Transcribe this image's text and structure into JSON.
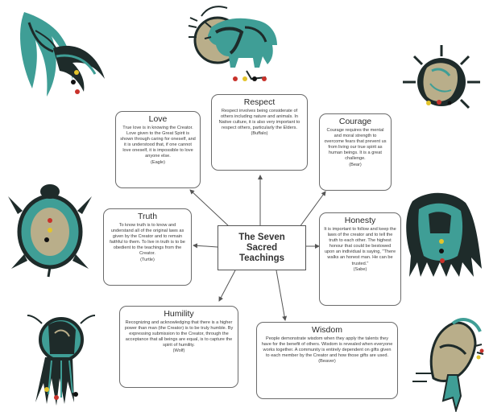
{
  "center": {
    "text": "The Seven\nSacred\nTeachings"
  },
  "teachings": {
    "love": {
      "title": "Love",
      "body": "True love is in knowing the Creator. Love given to the Great Spirit is shown through caring for oneself, and it is understood that, if one cannot love oneself, it is impossible to love anyone else.",
      "animal": "(Eagle)"
    },
    "respect": {
      "title": "Respect",
      "body": "Respect involves being considerate of others including nature and animals. In Native culture, it is also very important to respect others, particularly the Elders.",
      "animal": "(Buffalo)"
    },
    "courage": {
      "title": "Courage",
      "body": "Courage requires the mental and moral strength to overcome fears that prevent us from living our true spirit as human beings. It is a great challenge.",
      "animal": "(Bear)"
    },
    "truth": {
      "title": "Truth",
      "body": "To know truth is to know and understand all of the original laws as given by the Creator and to remain faithful to them. To live in truth is to be obedient to the teachings from the Creator.",
      "animal": "(Turtle)"
    },
    "honesty": {
      "title": "Honesty",
      "body": "It is important to follow and keep the laws of the creator and to tell the truth to each other. The highest honour that could be bestowed upon an individual is saying, \"There walks an honest man. He can be trusted.\"",
      "animal": "(Sabe)"
    },
    "humility": {
      "title": "Humility",
      "body": "Recognizing and acknowledging that there is a higher power than man (the Creator) is to be truly humble. By expressing submission to the Creator, through the acceptance that all beings are equal, is to capture the spirit of humility.",
      "animal": "(Wolf)"
    },
    "wisdom": {
      "title": "Wisdom",
      "body": "People demonstrate wisdom when they apply the talents they have for the benefit of others. Wisdom is revealed when everyone works together. A community is entirely dependent on gifts given to each member by the Creator and how those gifts are used.",
      "animal": "(Beaver)"
    }
  },
  "art": {
    "palette": {
      "teal": "#3f9e96",
      "dark": "#1e2b2a",
      "tan": "#b9ae8a",
      "red": "#c8322b",
      "yellow": "#e3c42c",
      "white": "#ffffff",
      "black": "#111111"
    },
    "figures": [
      "eagle-icon",
      "buffalo-icon",
      "bear-icon",
      "turtle-icon",
      "sabe-icon",
      "wolf-icon",
      "beaver-icon"
    ]
  }
}
